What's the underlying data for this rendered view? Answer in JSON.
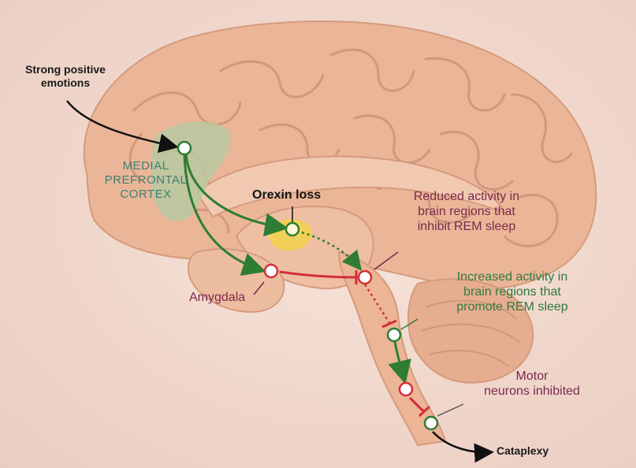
{
  "labels": {
    "emotions": "Strong positive emotions",
    "emotions_line1": "Strong positive",
    "emotions_line2": "emotions",
    "mpc_line1": "MEDIAL",
    "mpc_line2": "PREFRONTAL",
    "mpc_line3": "CORTEX",
    "orexin": "Orexin loss",
    "reduced_line1": "Reduced activity in",
    "reduced_line2": "brain regions that",
    "reduced_line3": "inhibit REM sleep",
    "increased_line1": "Increased activity in",
    "increased_line2": "brain regions that",
    "increased_line3": "promote REM sleep",
    "amygdala": "Amygdala",
    "motor_line1": "Motor",
    "motor_line2": "neurons inhibited",
    "cataplexy": "Cataplexy"
  },
  "colors": {
    "excitatory": "#2e7d32",
    "inhibitory": "#d32f3a",
    "brain": "#e8b79a",
    "prefrontal_highlight": "#b8c9a0",
    "orexin_highlight": "#f2d24a"
  }
}
